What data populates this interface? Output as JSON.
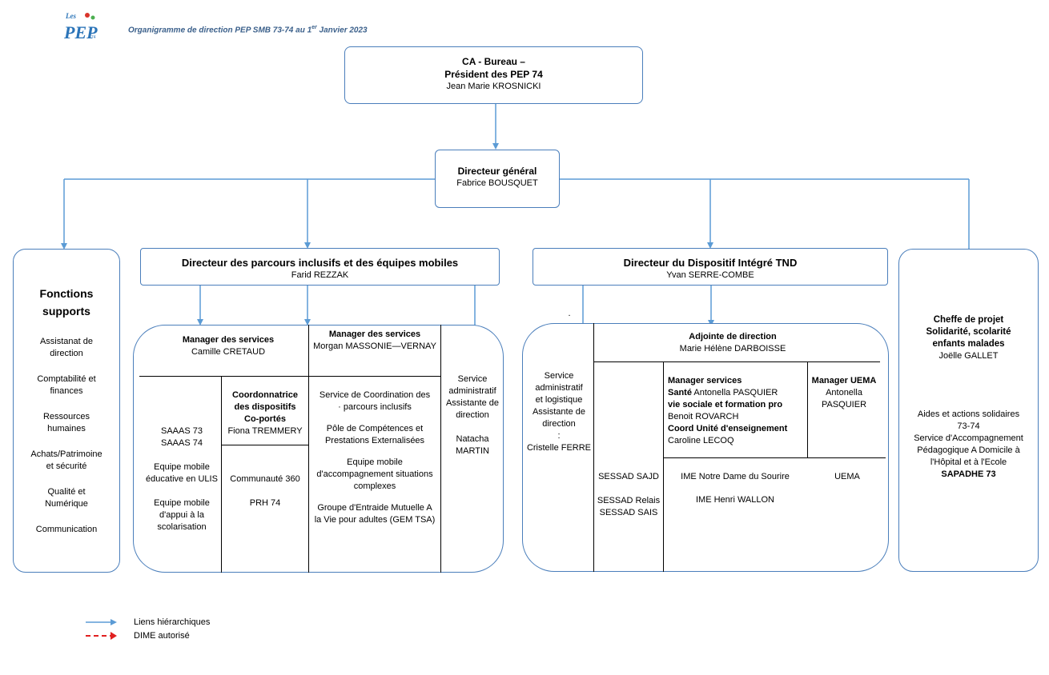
{
  "header": {
    "title": "Organigramme de direction PEP SMB 73-74 au 1",
    "title_sup": "er",
    "title_end": " Janvier 2023"
  },
  "logo": {
    "text_top": "Les",
    "text_main": "PEP",
    "text_sub": "74"
  },
  "ca": {
    "line1": "CA - Bureau –",
    "line2": "Président des PEP 74",
    "name": "Jean Marie KROSNICKI"
  },
  "dg": {
    "title": "Directeur général",
    "name": "Fabrice BOUSQUET"
  },
  "supports": {
    "title1": "Fonctions",
    "title2": "supports",
    "items": [
      "Assistanat de",
      "direction",
      "Comptabilité et",
      "finances",
      "Ressources",
      "humaines",
      "Achats/Patrimoine",
      "et sécurité",
      "Qualité et",
      "Numérique",
      "Communication"
    ]
  },
  "parcours": {
    "title": "Directeur des parcours inclusifs et des équipes mobiles",
    "name": "Farid REZZAK",
    "mgr1_title": "Manager des services",
    "mgr1_name": "Camille CRETAUD",
    "mgr2_title": "Manager des services",
    "mgr2_name": "Morgan MASSONIE—VERNAY",
    "col1": [
      "SAAAS 73",
      "SAAAS 74",
      "Equipe mobile",
      "éducative en ULIS",
      "Equipe mobile",
      "d'appui à la",
      "scolarisation"
    ],
    "coord_title": [
      "Coordonnatrice",
      "des dispositifs",
      "Co-portés"
    ],
    "coord_name": "Fiona TREMMERY",
    "col2": [
      "Communauté 360",
      "PRH 74"
    ],
    "col3": [
      "Service de Coordination des",
      "· parcours inclusifs",
      "Pôle de Compétences et",
      "Prestations Externalisées",
      "Equipe mobile",
      "d'accompagnement situations",
      "complexes",
      "Groupe d'Entraide Mutuelle A",
      "la Vie pour adultes (GEM TSA)"
    ],
    "col4": [
      "Service",
      "administratif",
      "Assistante de",
      "direction",
      "Natacha",
      "MARTIN"
    ]
  },
  "tnd": {
    "title": "Directeur du Dispositif Intégré TND",
    "name": "Yvan SERRE-COMBE",
    "admin": [
      "Service",
      "administratif",
      "et logistique",
      "Assistante de",
      "direction",
      ":",
      "Cristelle FERRE"
    ],
    "adj_title": "Adjointe de direction",
    "adj_name": "Marie Hélène DARBOISSE",
    "ms_title": "Manager services",
    "ms_sante_b": "Santé",
    "ms_sante": " Antonella PASQUIER",
    "ms_vie": "vie sociale et formation pro",
    "ms_vie_name": "Benoit ROVARCH",
    "ms_coord": "Coord Unité d'enseignement",
    "ms_coord_name": "Caroline LECOQ",
    "uema_title": "Manager UEMA",
    "uema_name1": "Antonella",
    "uema_name2": "PASQUIER",
    "sessad_sajd": "SESSAD SAJD",
    "ime_nd": "IME Notre Dame du Sourire",
    "uema": "UEMA",
    "sessad_relais": "SESSAD Relais",
    "sessad_sais": "SESSAD SAIS",
    "ime_wallon": "IME Henri WALLON",
    "dot": "."
  },
  "cheffe": {
    "t1": "Cheffe de projet",
    "t2": "Solidarité, scolarité",
    "t3": "enfants malades",
    "name": "Joëlle GALLET",
    "items": [
      "Aides et actions solidaires",
      "73-74",
      "Service d'Accompagnement",
      "Pédagogique A Domicile à",
      "l'Hôpital et à l'Ecole"
    ],
    "bold": "SAPADHE 73"
  },
  "legend": {
    "hier": "Liens hiérarchiques",
    "dime": "DIME autorisé"
  },
  "colors": {
    "border": "#4a7ebb",
    "arrow": "#5b9bd5",
    "dime": "#e02020"
  }
}
